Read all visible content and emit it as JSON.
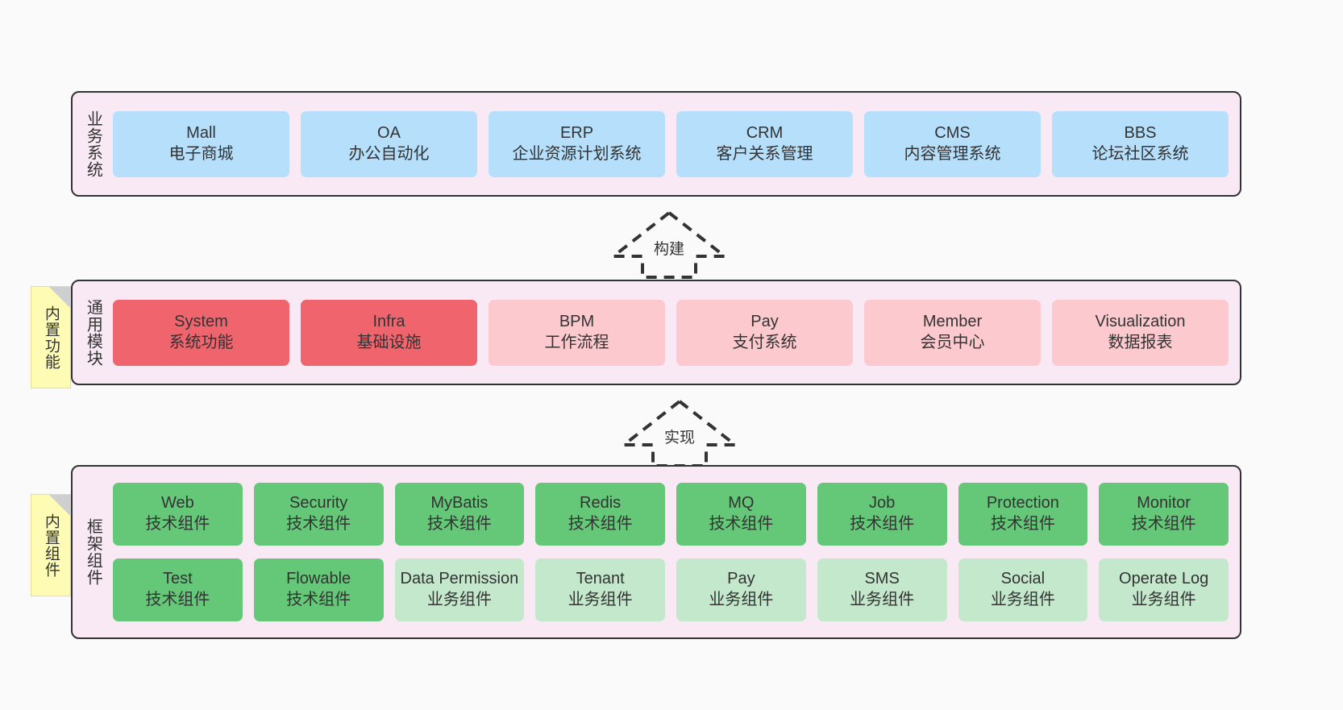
{
  "diagram": {
    "background": "#fafafa",
    "layer_fill": "#f9e9f4",
    "layer_border": "#333333"
  },
  "layers": [
    {
      "id": "business-system",
      "title": "业务系统",
      "rows": [
        {
          "nodes": [
            {
              "title": "Mall",
              "sub": "电子商城",
              "color": "#b5dffb"
            },
            {
              "title": "OA",
              "sub": "办公自动化",
              "color": "#b5dffb"
            },
            {
              "title": "ERP",
              "sub": "企业资源计划系统",
              "color": "#b5dffb"
            },
            {
              "title": "CRM",
              "sub": "客户关系管理",
              "color": "#b5dffb"
            },
            {
              "title": "CMS",
              "sub": "内容管理系统",
              "color": "#b5dffb"
            },
            {
              "title": "BBS",
              "sub": "论坛社区系统",
              "color": "#b5dffb"
            }
          ]
        }
      ]
    },
    {
      "id": "common-module",
      "title": "通用模块",
      "note": "内置功能",
      "rows": [
        {
          "nodes": [
            {
              "title": "System",
              "sub": "系统功能",
              "color": "#f0646e"
            },
            {
              "title": "Infra",
              "sub": "基础设施",
              "color": "#f0646e"
            },
            {
              "title": "BPM",
              "sub": "工作流程",
              "color": "#fcc9cf"
            },
            {
              "title": "Pay",
              "sub": "支付系统",
              "color": "#fcc9cf"
            },
            {
              "title": "Member",
              "sub": "会员中心",
              "color": "#fcc9cf"
            },
            {
              "title": "Visualization",
              "sub": "数据报表",
              "color": "#fcc9cf"
            }
          ]
        }
      ]
    },
    {
      "id": "framework-component",
      "title": "框架组件",
      "note": "内置组件",
      "rows": [
        {
          "nodes": [
            {
              "title": "Web",
              "sub": "技术组件",
              "color": "#64c878"
            },
            {
              "title": "Security",
              "sub": "技术组件",
              "color": "#64c878"
            },
            {
              "title": "MyBatis",
              "sub": "技术组件",
              "color": "#64c878"
            },
            {
              "title": "Redis",
              "sub": "技术组件",
              "color": "#64c878"
            },
            {
              "title": "MQ",
              "sub": "技术组件",
              "color": "#64c878"
            },
            {
              "title": "Job",
              "sub": "技术组件",
              "color": "#64c878"
            },
            {
              "title": "Protection",
              "sub": "技术组件",
              "color": "#64c878"
            },
            {
              "title": "Monitor",
              "sub": "技术组件",
              "color": "#64c878"
            }
          ]
        },
        {
          "nodes": [
            {
              "title": "Test",
              "sub": "技术组件",
              "color": "#64c878"
            },
            {
              "title": "Flowable",
              "sub": "技术组件",
              "color": "#64c878"
            },
            {
              "title": "Data Permission",
              "sub": "业务组件",
              "color": "#c3e8cb",
              "wrap": true
            },
            {
              "title": "Tenant",
              "sub": "业务组件",
              "color": "#c3e8cb"
            },
            {
              "title": "Pay",
              "sub": "业务组件",
              "color": "#c3e8cb"
            },
            {
              "title": "SMS",
              "sub": "业务组件",
              "color": "#c3e8cb"
            },
            {
              "title": "Social",
              "sub": "业务组件",
              "color": "#c3e8cb"
            },
            {
              "title": "Operate Log",
              "sub": "业务组件",
              "color": "#c3e8cb"
            }
          ]
        }
      ]
    }
  ],
  "connectors": [
    {
      "id": "build",
      "label": "构建",
      "style": "dashed-hollow-arrow-up"
    },
    {
      "id": "implement",
      "label": "实现",
      "style": "dashed-hollow-arrow-up"
    }
  ]
}
